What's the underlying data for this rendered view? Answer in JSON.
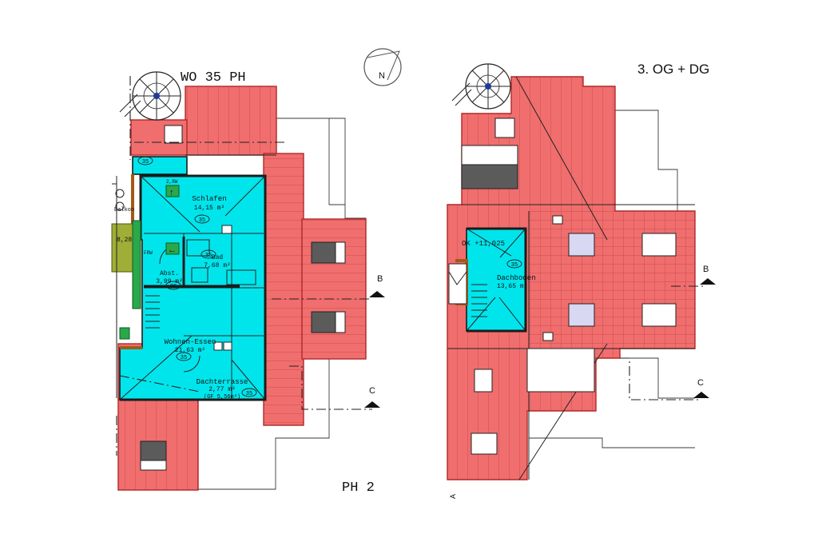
{
  "left_plan": {
    "unit_title": "WO 35 PH",
    "plan_name": "PH 2",
    "rooms": {
      "schlafen": {
        "name": "Schlafen",
        "area": "14,15 m²"
      },
      "bad": {
        "name": "Bad",
        "area": "7,68 m²"
      },
      "abst": {
        "name": "Abst.",
        "area": "3,99 m²"
      },
      "wohnen": {
        "name": "Wohnen-Essen",
        "area": "21,63 m²"
      },
      "dachterrasse": {
        "name": "Dachterrasse",
        "area": "2,77 m²",
        "sub": "(GF 5,56m²)"
      }
    },
    "unit_tag": "35",
    "side_labels": [
      "Balkon",
      "8,28",
      "2,RW",
      "FRW"
    ]
  },
  "right_plan": {
    "floor_title": "3. OG + DG",
    "level": "OK +11,025",
    "room": {
      "name": "Dachboden",
      "area": "13,65 m²"
    },
    "unit_tag": "35"
  },
  "section_marks": {
    "b": "B",
    "c": "C",
    "a": "A"
  },
  "north_label": "N",
  "colors": {
    "roof": "#f06e6e",
    "apartment": "#00e5ec",
    "stair_green": "#2aa84a",
    "olive": "#9fae36"
  }
}
